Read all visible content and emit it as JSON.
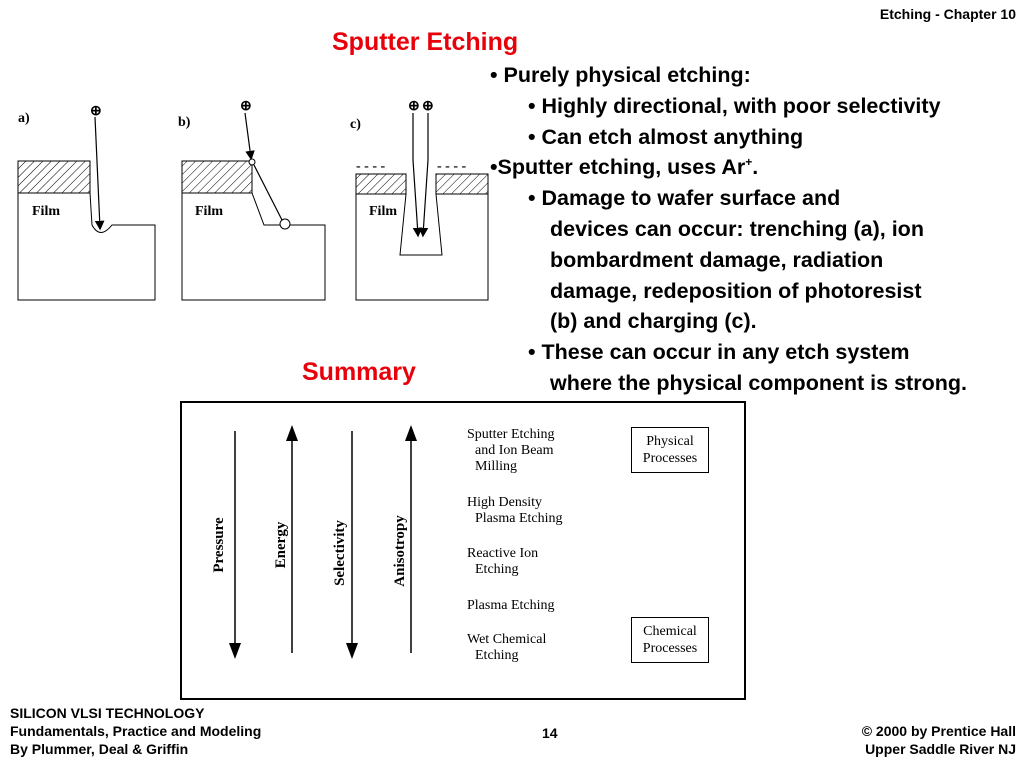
{
  "header": {
    "chapter": "Etching - Chapter 10"
  },
  "title": "Sputter Etching",
  "diagram": {
    "panel_a": "a)",
    "panel_b": "b)",
    "panel_c": "c)",
    "film_label": "Film",
    "ion_symbol": "⊕"
  },
  "bullets": [
    {
      "level": 1,
      "text": "• Purely physical etching:"
    },
    {
      "level": 2,
      "text": "• Highly directional, with poor selectivity"
    },
    {
      "level": 2,
      "text": "• Can etch almost anything"
    },
    {
      "level": 1,
      "text": "•Sputter etching, uses Ar",
      "sup": "+",
      "after": "."
    },
    {
      "level": 2,
      "text": "• Damage to wafer surface and"
    },
    {
      "level": 3,
      "text": "devices can occur: trenching (a), ion"
    },
    {
      "level": 3,
      "text": "bombardment damage, radiation"
    },
    {
      "level": 3,
      "text": "damage, redeposition of photoresist"
    },
    {
      "level": 3,
      "text": "(b) and charging (c)."
    },
    {
      "level": 2,
      "text": "• These can occur in any etch system"
    },
    {
      "level": 3,
      "text": "where the physical component is strong."
    }
  ],
  "summary": {
    "heading": "Summary",
    "axes": [
      {
        "label": "Pressure",
        "direction": "down"
      },
      {
        "label": "Energy",
        "direction": "up"
      },
      {
        "label": "Selectivity",
        "direction": "down"
      },
      {
        "label": "Anisotropy",
        "direction": "up"
      }
    ],
    "processes": [
      [
        "Sputter Etching",
        "and Ion Beam",
        "Milling"
      ],
      [
        "High Density",
        "Plasma Etching"
      ],
      [
        "Reactive Ion",
        "Etching"
      ],
      [
        "Plasma Etching"
      ],
      [
        "Wet Chemical",
        "Etching"
      ]
    ],
    "physical_box": [
      "Physical",
      "Processes"
    ],
    "chemical_box": [
      "Chemical",
      "Processes"
    ]
  },
  "footer": {
    "left": [
      "SILICON VLSI TECHNOLOGY",
      "Fundamentals, Practice and Modeling",
      "By Plummer, Deal & Griffin"
    ],
    "page": "14",
    "right": [
      "© 2000 by Prentice Hall",
      "Upper Saddle River NJ"
    ]
  }
}
